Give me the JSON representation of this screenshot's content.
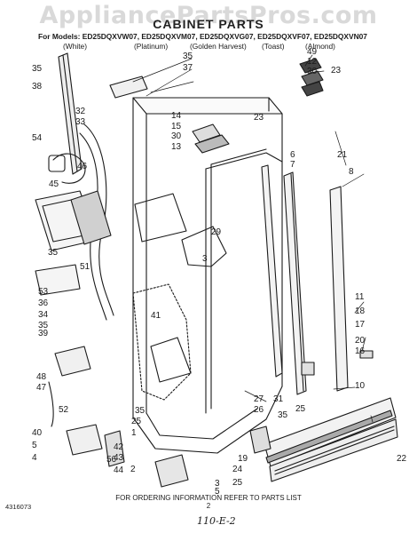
{
  "watermark": "AppliancePartsPros.com",
  "title": "CABINET PARTS",
  "models_line": "For Models: ED25DQXVW07, ED25DQXVM07, ED25DQXVG07, ED25DQXVF07, ED25DQXVN07",
  "colors": [
    "(White)",
    "(Platinum)",
    "(Golden Harvest)",
    "(Toast)",
    "(Almond)"
  ],
  "callouts": [
    "35",
    "37",
    "49",
    "12",
    "30",
    "23",
    "35",
    "38",
    "14",
    "15",
    "30",
    "13",
    "23",
    "32",
    "33",
    "21",
    "6",
    "7",
    "8",
    "54",
    "46",
    "45",
    "29",
    "3",
    "35",
    "51",
    "11",
    "18",
    "17",
    "53",
    "36",
    "34",
    "35",
    "39",
    "41",
    "20",
    "16",
    "48",
    "47",
    "27",
    "26",
    "31",
    "35",
    "25",
    "10",
    "52",
    "35",
    "25",
    "1",
    "40",
    "5",
    "4",
    "56",
    "42",
    "43",
    "44",
    "2",
    "19",
    "24",
    "25",
    "5",
    "3",
    "22"
  ],
  "footer": {
    "catalog_no": "4316073",
    "page_number": "2",
    "ordering_note": "FOR ORDERING INFORMATION REFER TO PARTS LIST",
    "signature": "110-E-2"
  }
}
